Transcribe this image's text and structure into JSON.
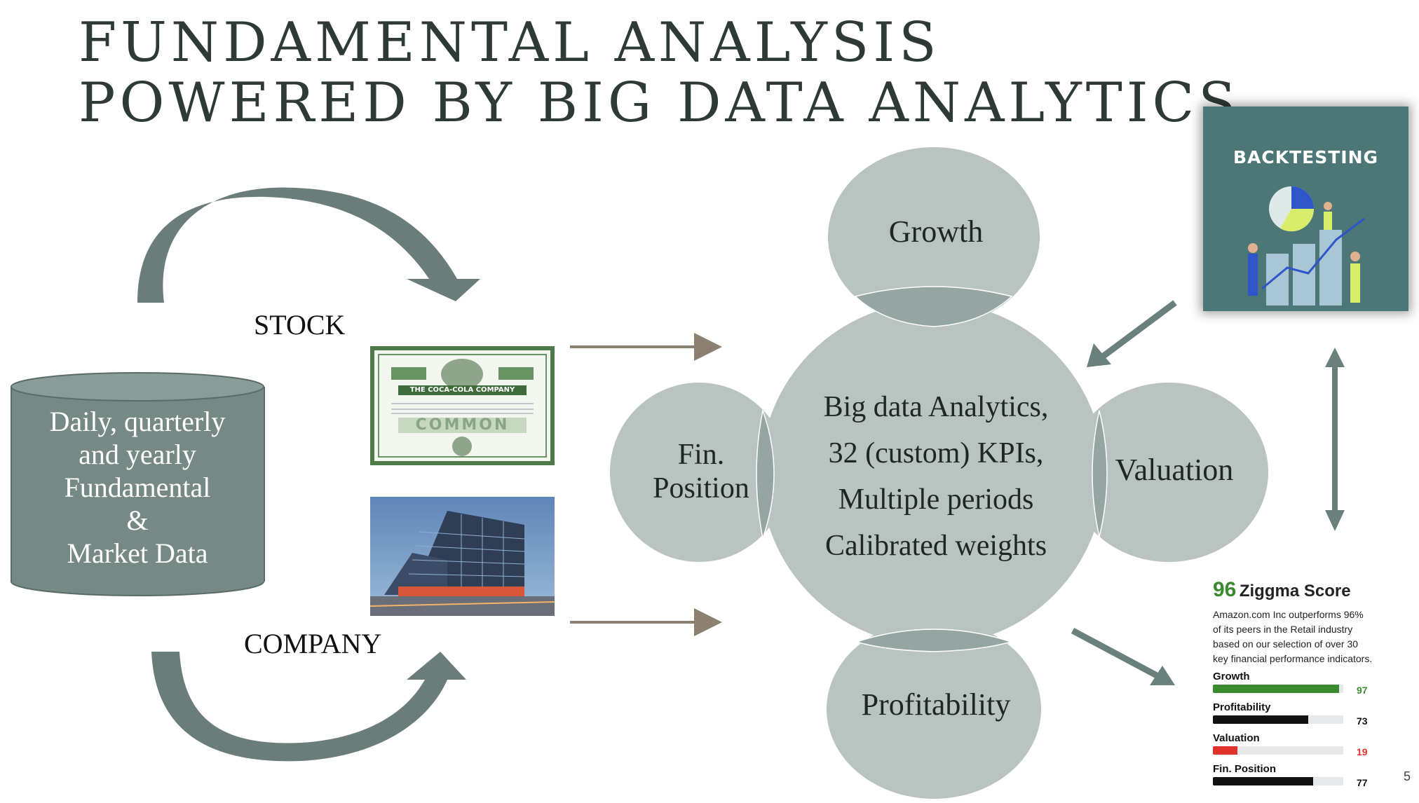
{
  "title": {
    "line1": "FUNDAMENTAL ANALYSIS",
    "line2": "POWERED BY BIG DATA ANALYTICS"
  },
  "data_store": {
    "line1": "Daily, quarterly",
    "line2": "and yearly",
    "line3": "Fundamental",
    "line4": "&",
    "line5": "Market Data"
  },
  "labels": {
    "stock": "STOCK",
    "company": "COMPANY"
  },
  "circles": {
    "growth": "Growth",
    "valuation": "Valuation",
    "profitability": "Profitability",
    "fin_line1": "Fin.",
    "fin_line2": "Position",
    "center_line1": "Big data Analytics,",
    "center_line2": "32 (custom) KPIs,",
    "center_line3": "Multiple periods",
    "center_line4": "Calibrated weights"
  },
  "stock_certificate": {
    "text": "THE COCA-COLA COMPANY",
    "stamp": "COMMON"
  },
  "backtesting": {
    "title": "BACKTESTING"
  },
  "score_card": {
    "score": "96",
    "title": "Ziggma Score",
    "desc_line1": "Amazon.com Inc outperforms 96%",
    "desc_line2": "of its peers in the Retail industry",
    "desc_line3": "based on our selection of over 30",
    "desc_line4": "key financial performance indicators.",
    "metrics": [
      {
        "label": "Growth",
        "value": "97",
        "level": 0.97,
        "color": "#3a8a2e"
      },
      {
        "label": "Profitability",
        "value": "73",
        "level": 0.73,
        "color": "#111111"
      },
      {
        "label": "Valuation",
        "value": "19",
        "level": 0.19,
        "color": "#e0312b"
      },
      {
        "label": "Fin. Position",
        "value": "77",
        "level": 0.77,
        "color": "#111111"
      }
    ]
  },
  "page_number": "5",
  "colors": {
    "circle": "#b9c3c0",
    "overlap": "#95a5a1",
    "arrow": "#6a807d",
    "drum": "#768985",
    "title": "#2e3a35"
  }
}
